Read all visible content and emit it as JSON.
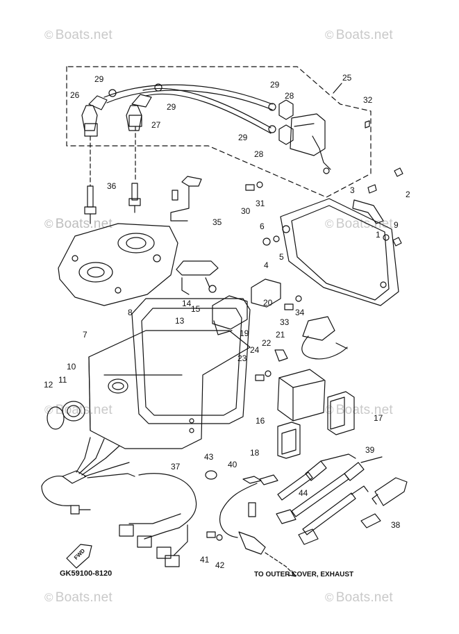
{
  "watermark": "Boats.net",
  "callouts": [
    "1",
    "2",
    "3",
    "4",
    "5",
    "6",
    "7",
    "8",
    "9",
    "10",
    "11",
    "12",
    "13",
    "14",
    "15",
    "16",
    "17",
    "18",
    "19",
    "20",
    "21",
    "22",
    "23",
    "24",
    "25",
    "26",
    "27",
    "28",
    "29",
    "30",
    "31",
    "32",
    "33",
    "34",
    "35",
    "36",
    "37",
    "38",
    "39",
    "40",
    "41",
    "42",
    "43",
    "44"
  ],
  "fwd_label": "FWD",
  "diagram_code": "GK59100-8120",
  "exhaust_note": "TO OUTER COVER, EXHAUST"
}
